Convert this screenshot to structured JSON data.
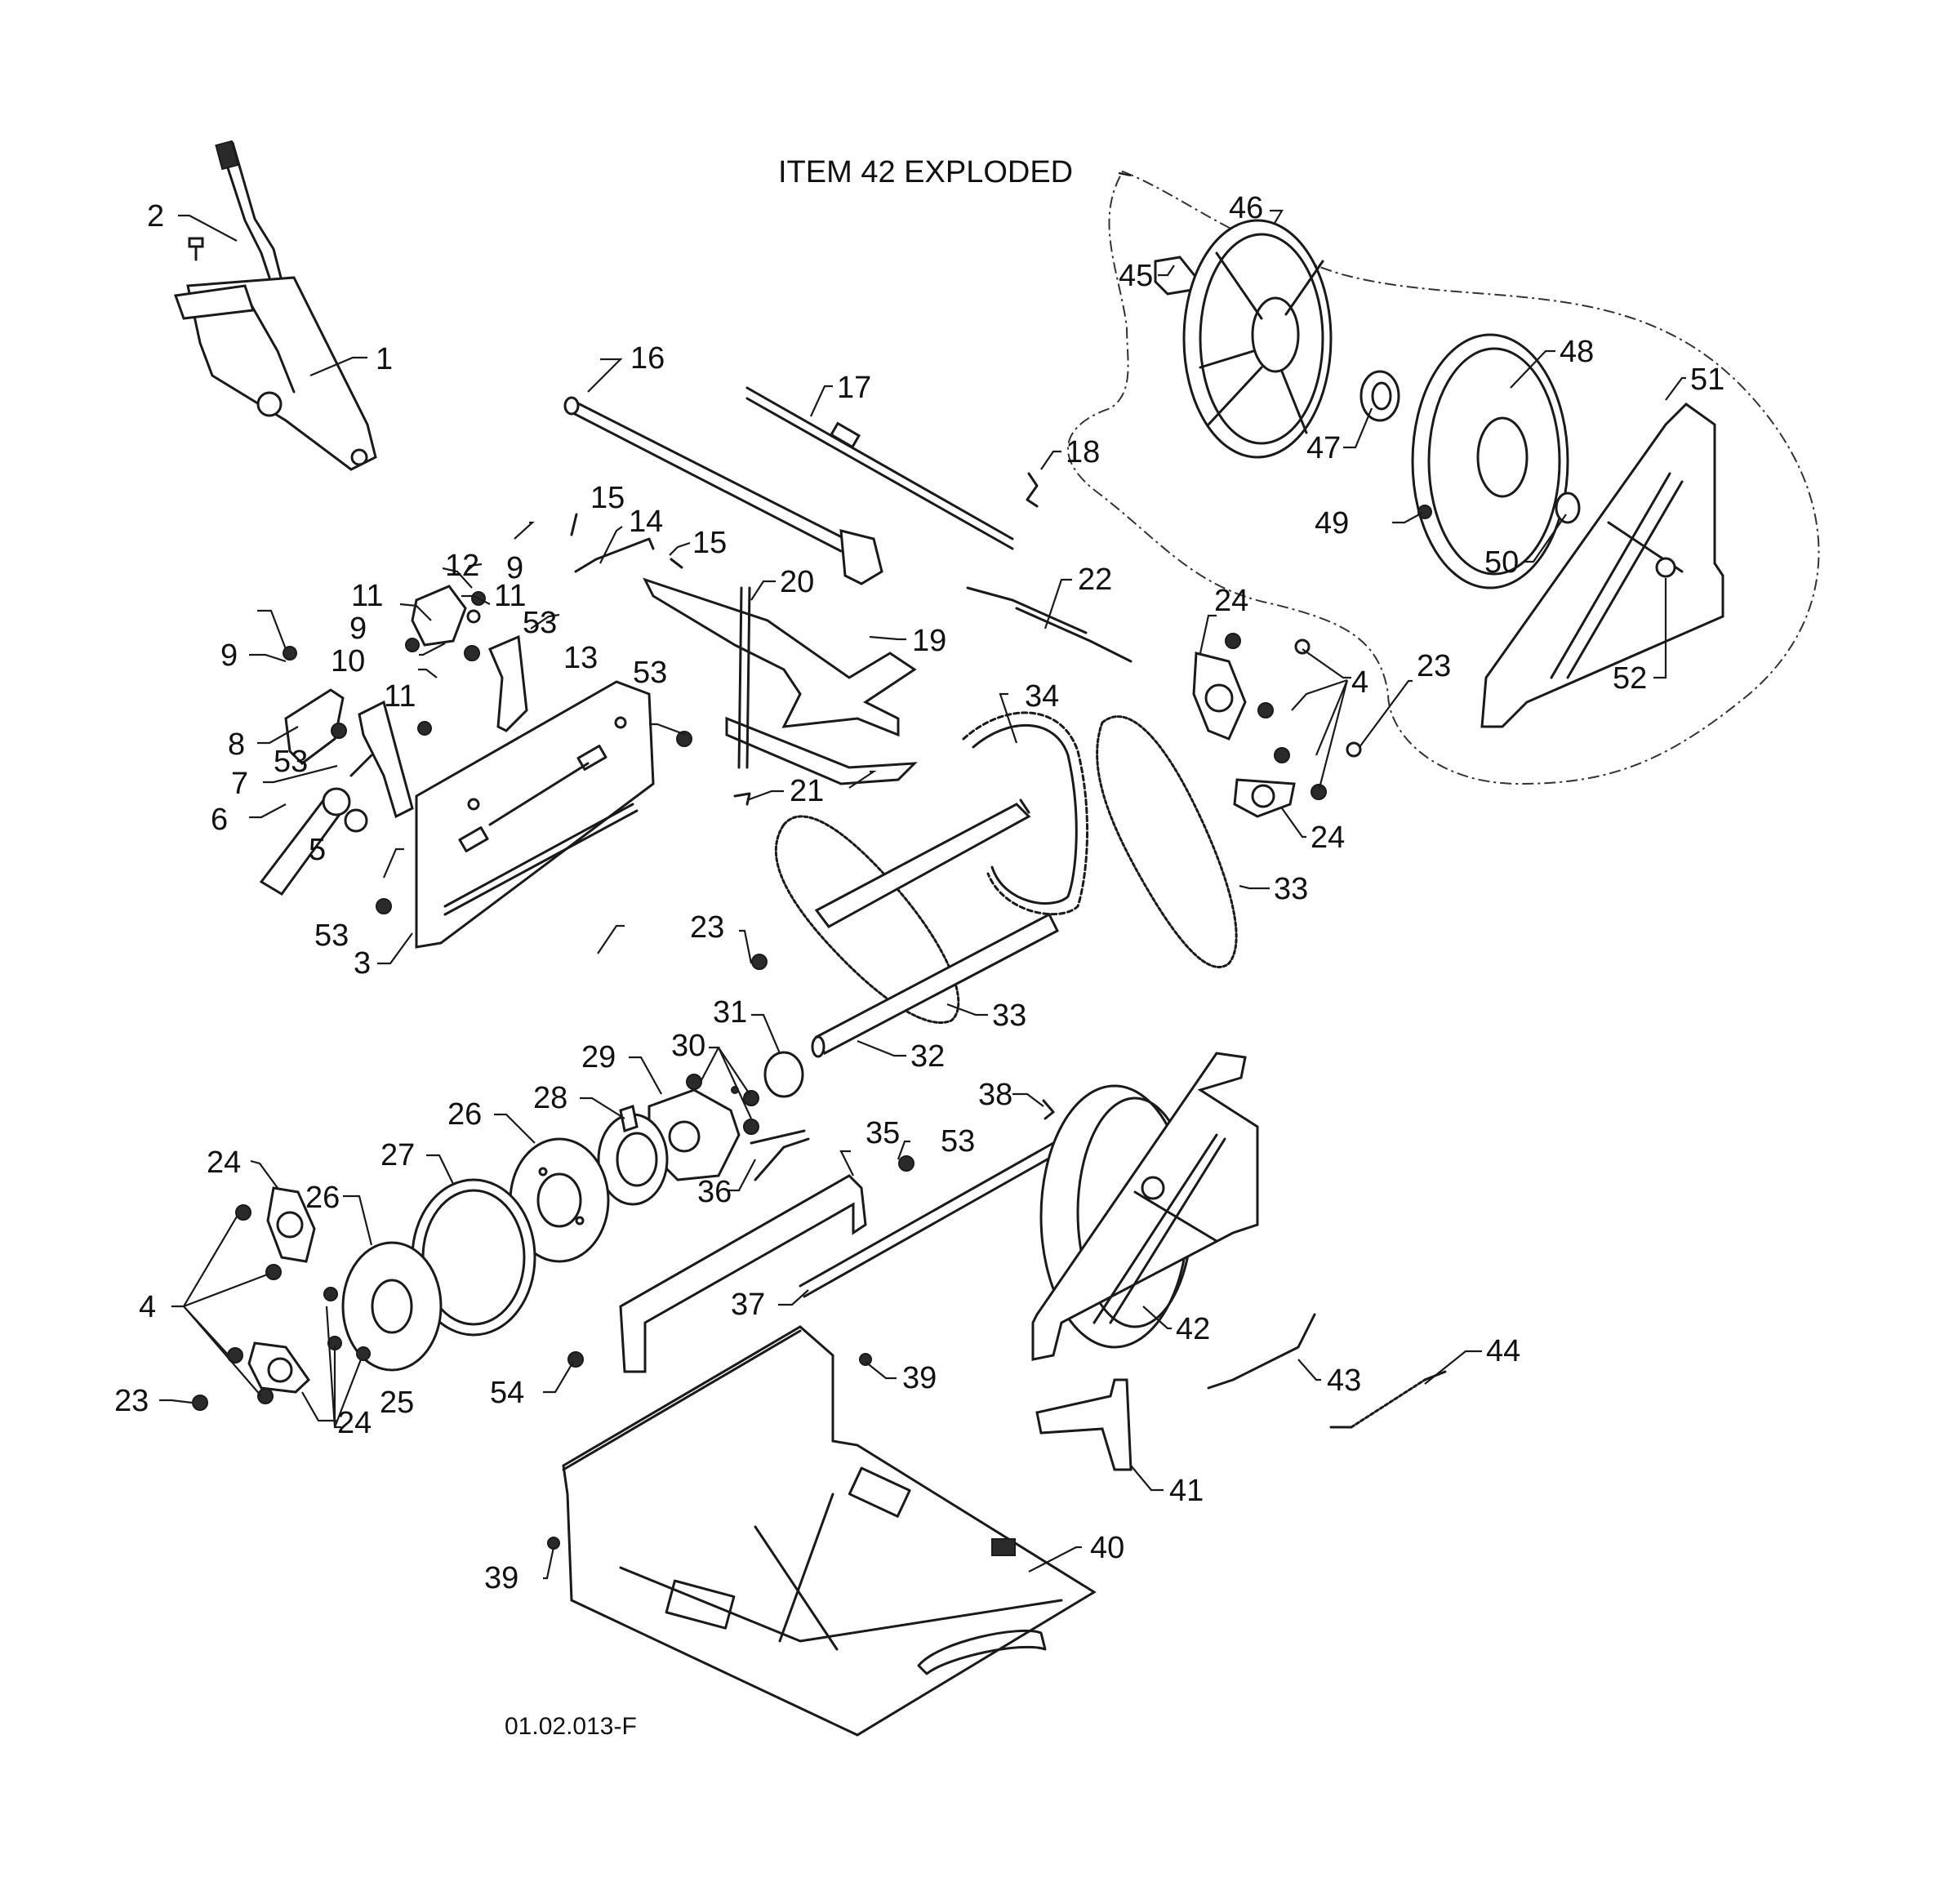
{
  "exploded_view_title": "ITEM 42 EXPLODED",
  "drawing_number": "01.02.013-F",
  "callouts": {
    "c1": "1",
    "c2": "2",
    "c3": "3",
    "c4a": "4",
    "c4b": "4",
    "c5": "5",
    "c6": "6",
    "c7": "7",
    "c8": "8",
    "c9a": "9",
    "c9b": "9",
    "c9c": "9",
    "c10": "10",
    "c11a": "11",
    "c11b": "11",
    "c11c": "11",
    "c12": "12",
    "c13": "13",
    "c14": "14",
    "c15a": "15",
    "c15b": "15",
    "c16": "16",
    "c17": "17",
    "c18": "18",
    "c19": "19",
    "c20": "20",
    "c21": "21",
    "c22": "22",
    "c23a": "23",
    "c23b": "23",
    "c23c": "23",
    "c24a": "24",
    "c24b": "24",
    "c24c": "24",
    "c24d": "24",
    "c25": "25",
    "c26a": "26",
    "c26b": "26",
    "c27": "27",
    "c28": "28",
    "c29": "29",
    "c30": "30",
    "c31": "31",
    "c32": "32",
    "c33a": "33",
    "c33b": "33",
    "c34": "34",
    "c35": "35",
    "c36": "36",
    "c37": "37",
    "c38": "38",
    "c39a": "39",
    "c39b": "39",
    "c40": "40",
    "c41": "41",
    "c42": "42",
    "c43": "43",
    "c44": "44",
    "c45": "45",
    "c46": "46",
    "c47": "47",
    "c48": "48",
    "c49": "49",
    "c50": "50",
    "c51": "51",
    "c52": "52",
    "c53a": "53",
    "c53b": "53",
    "c53c": "53",
    "c53d": "53",
    "c53e": "53",
    "c54": "54"
  }
}
